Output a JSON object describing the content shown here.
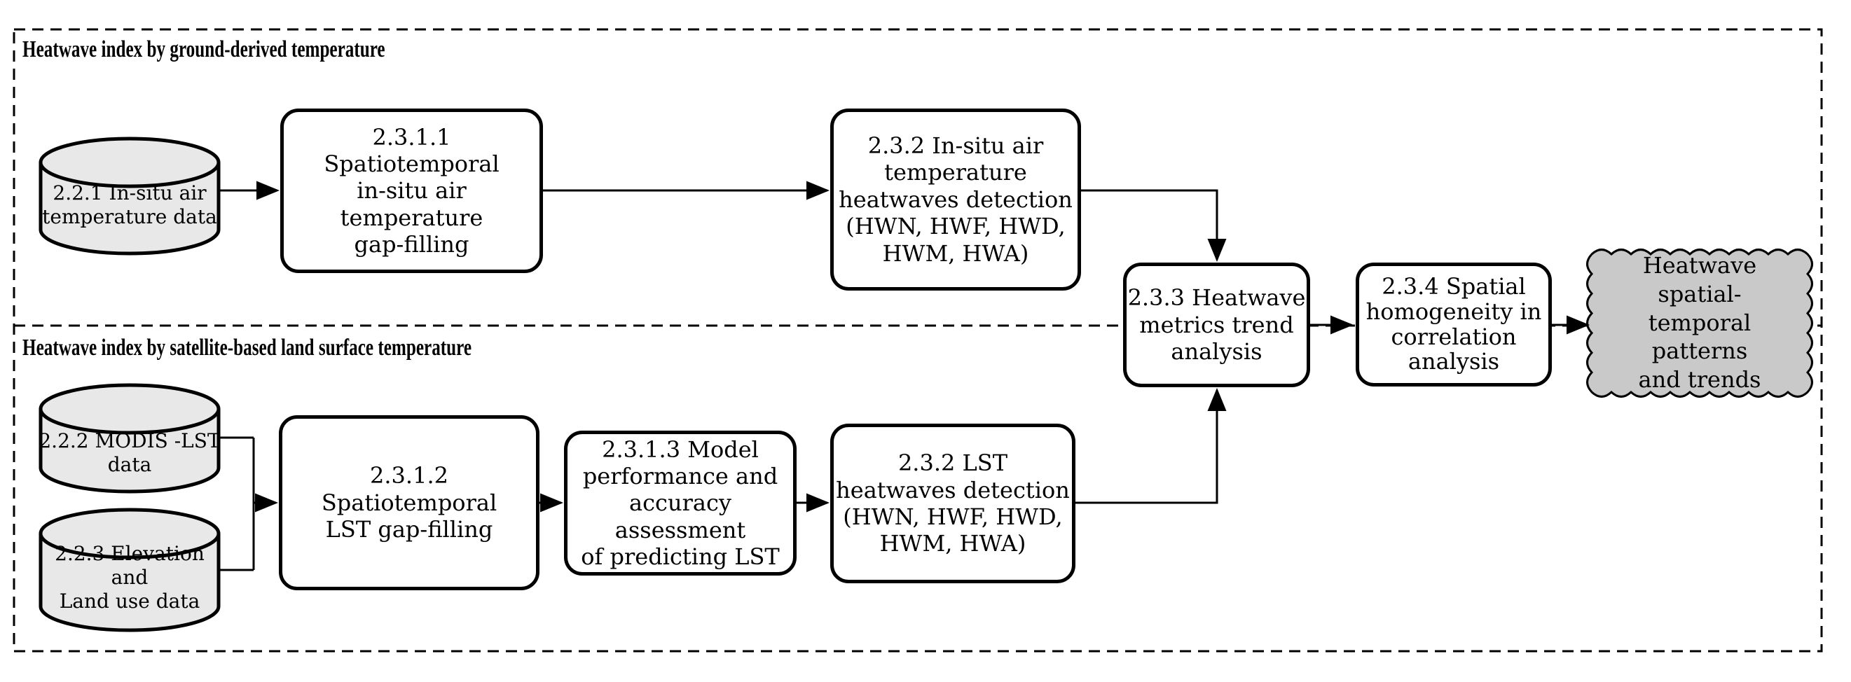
{
  "sections": {
    "ground": {
      "title": "Heatwave index by ground-derived temperature"
    },
    "satellite": {
      "title": "Heatwave index by satellite-based land surface temperature"
    }
  },
  "datastores": {
    "insitu_air": {
      "label": "2.2.1 In-situ air\ntemperature data"
    },
    "modis_lst": {
      "label": "2.2.2 MODIS -LST\ndata"
    },
    "elevation_landuse": {
      "label": "2.2.3 Elevation and\nLand use data"
    }
  },
  "processes": {
    "insitu_gap_filling": {
      "label": "2.3.1.1 Spatiotemporal\nin-situ air temperature\ngap-filling"
    },
    "insitu_hw_detection": {
      "label": "2.3.2 In-situ air\ntemperature\nheatwaves detection\n(HWN, HWF, HWD,\nHWM, HWA)"
    },
    "lst_gap_filling": {
      "label": "2.3.1.2 Spatiotemporal\nLST gap-filling"
    },
    "model_assessment": {
      "label": "2.3.1.3 Model\nperformance and\naccuracy assessment\nof predicting LST"
    },
    "lst_hw_detection": {
      "label": "2.3.2 LST\nheatwaves detection\n(HWN, HWF, HWD,\nHWM, HWA)"
    },
    "trend_analysis": {
      "label": "2.3.3 Heatwave\nmetrics trend\nanalysis"
    },
    "spatial_homogeneity": {
      "label": "2.3.4 Spatial\nhomogeneity in\ncorrelation\nanalysis"
    }
  },
  "output": {
    "label": "Heatwave spatial-\ntemporal patterns\nand trends"
  },
  "colors": {
    "process_fill": "#ffffff",
    "datastore_fill": "#e8e8e8",
    "output_fill": "#c9c9c9",
    "line": "#000000"
  }
}
